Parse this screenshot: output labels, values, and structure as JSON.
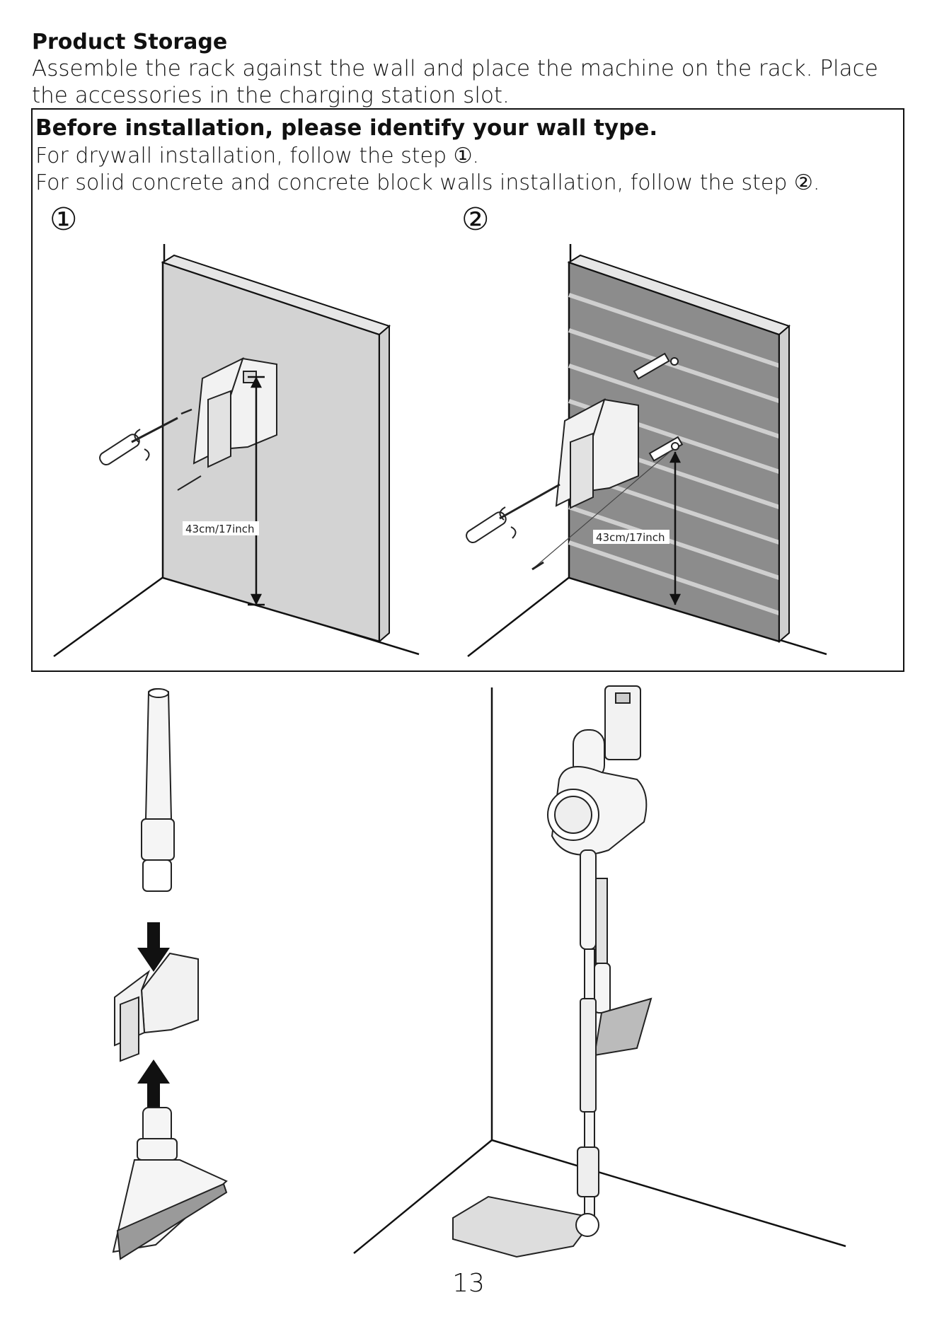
{
  "heading": "Product Storage",
  "intro": "Assemble the rack against the wall and place the machine on the rack. Place the accessories in the charging station slot.",
  "box": {
    "title": "Before installation, please identify your wall type.",
    "line1": "For drywall installation, follow the step ①.",
    "line2": "For solid concrete and concrete block walls installation, follow the step ②.",
    "step1_number": "①",
    "step2_number": "②",
    "step1_dimension": "43cm/17inch",
    "step2_dimension": "43cm/17inch"
  },
  "page_number": "13"
}
